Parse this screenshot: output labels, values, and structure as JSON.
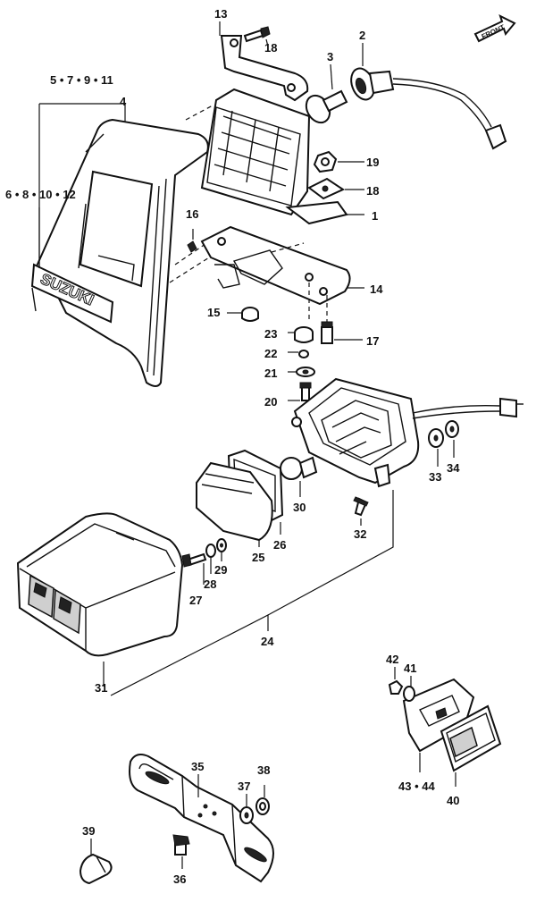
{
  "diagram": {
    "labels": {
      "p1": "1",
      "p2": "2",
      "p3": "3",
      "p4": "4",
      "p13": "13",
      "p14": "14",
      "p15": "15",
      "p16": "16",
      "p17": "17",
      "p18a": "18",
      "p18b": "18",
      "p19": "19",
      "p20": "20",
      "p21": "21",
      "p22": "22",
      "p23": "23",
      "p24": "24",
      "p25": "25",
      "p26": "26",
      "p27": "27",
      "p28": "28",
      "p29": "29",
      "p30": "30",
      "p31": "31",
      "p32": "32",
      "p33": "33",
      "p34": "34",
      "p35": "35",
      "p36": "36",
      "p37": "37",
      "p38": "38",
      "p39": "39",
      "p40": "40",
      "p41": "41",
      "p42": "42",
      "p4344": "43 • 44",
      "g5_7_9_11": "5 • 7 • 9 • 11",
      "g6_8_10_12": "6 • 8 • 10 • 12"
    },
    "cover_logo": "SUZUKI",
    "front_arrow": "FRONT"
  }
}
